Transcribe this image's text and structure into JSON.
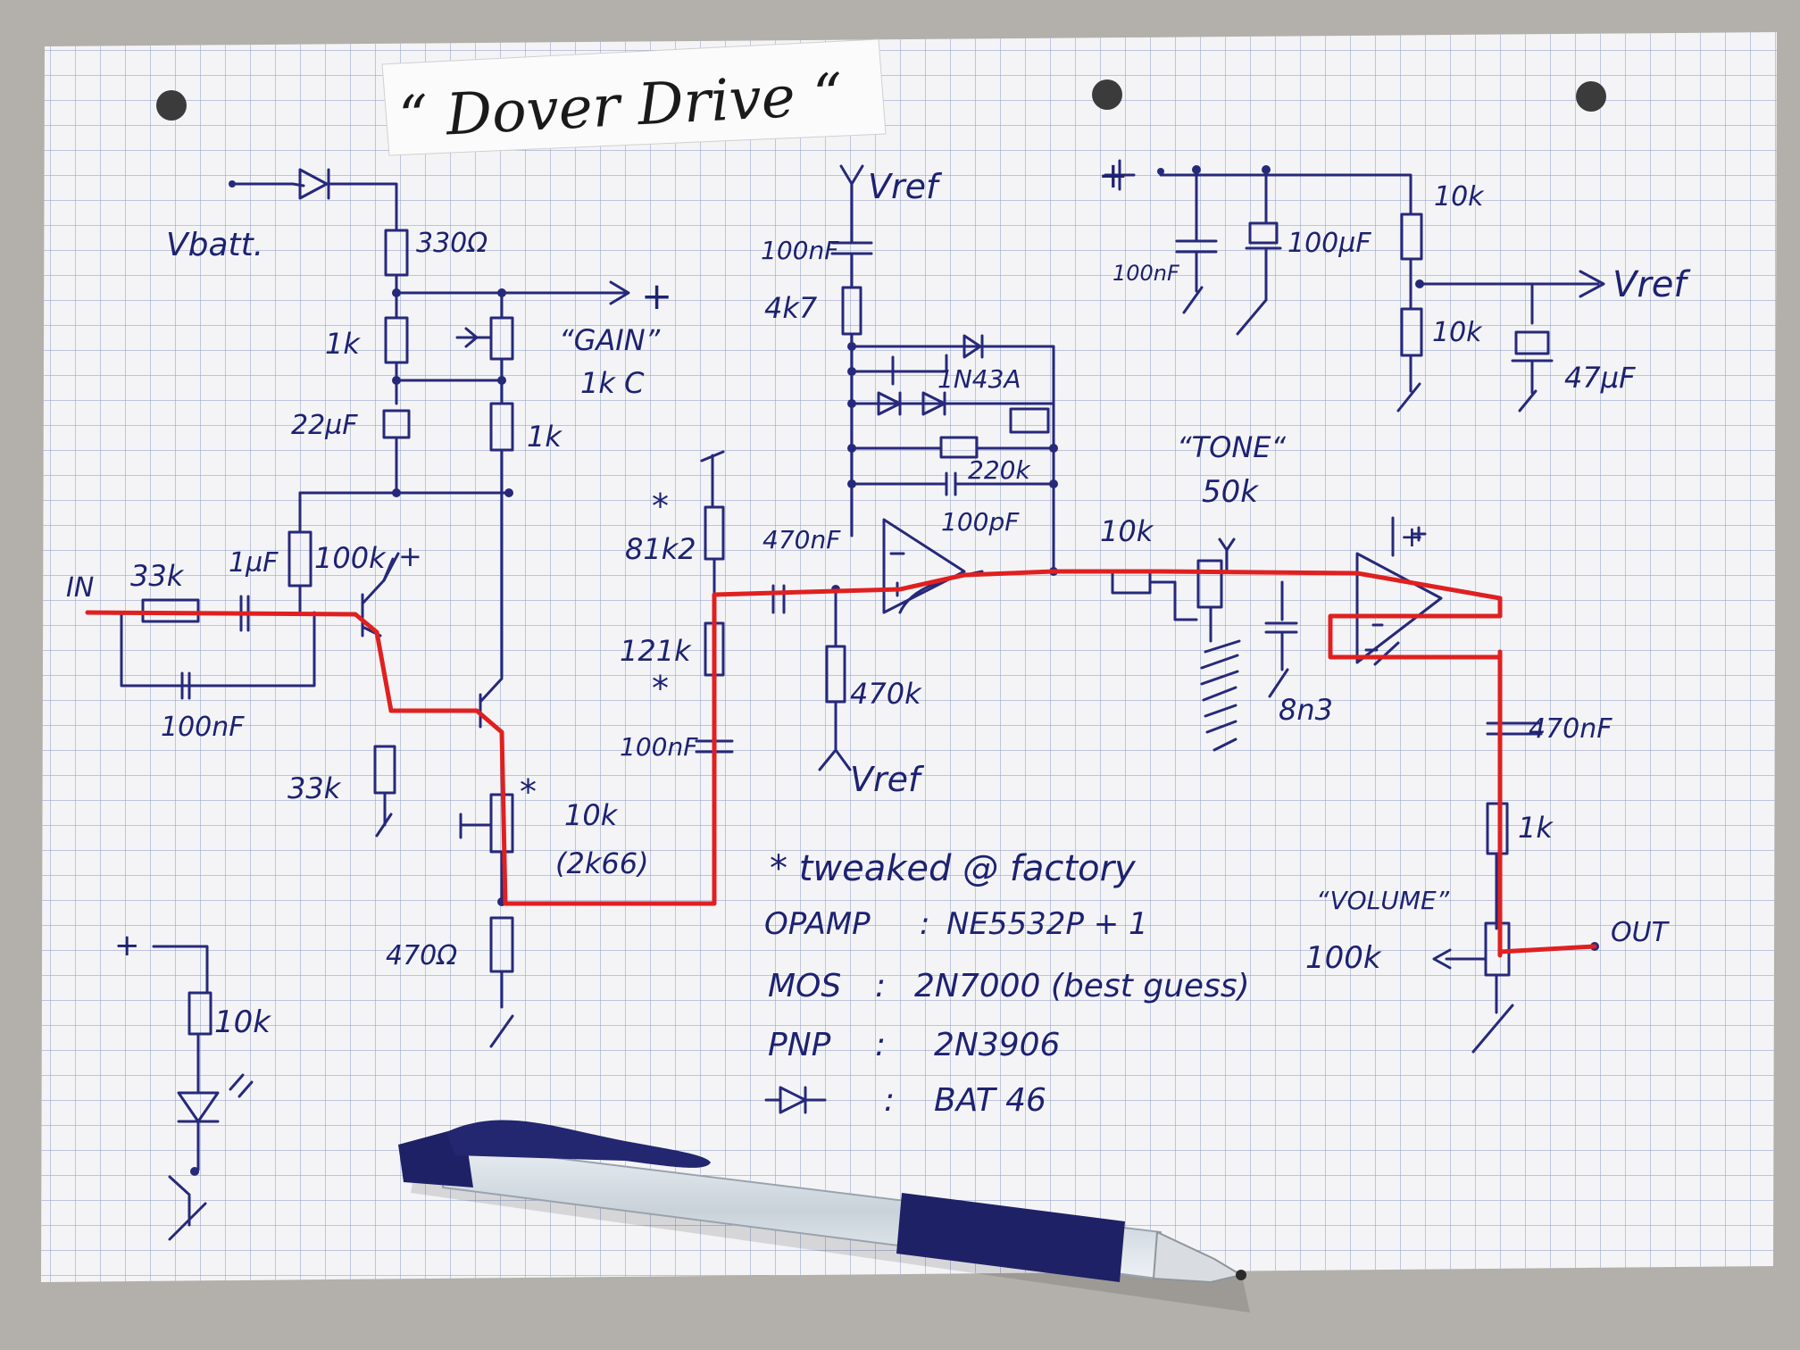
{
  "title": "“ Dover Drive “",
  "labels": {
    "vbatt": "Vbatt.",
    "r330": "330Ω",
    "plus_top": "+",
    "r1k_a": "1k",
    "gain_name": "“GAIN”",
    "gain_value": "1k C",
    "c22uf": "22µF",
    "r1k_b": "1k",
    "in": "IN",
    "r33k": "33k",
    "c1uf": "1µF",
    "r100k": "100k",
    "plus_pnp": "+",
    "c100nf_in": "100nF",
    "r33k_b": "33k",
    "star_trim": "*",
    "trim10k": "10k",
    "trim2k66": "(2k66)",
    "r470": "470Ω",
    "plus_led": "+",
    "r10k_led": "10k",
    "star_81k2": "*",
    "r81k2": "81k2",
    "r121k": "121k",
    "star_121k": "*",
    "c100nf_mid": "100nF",
    "vref_top": "Vref",
    "c100nf_top": "100nF",
    "r4k7": "4k7",
    "d1n43a": "1N43A",
    "r220k": "220k",
    "c100pf": "100pF",
    "c470nf_in": "470nF",
    "r470k": "470k",
    "vref_bot": "Vref",
    "r10k_tone": "10k",
    "tone_name": "“TONE“",
    "tone_value": "50k",
    "c8n3": "8n3",
    "plus_ps": "+",
    "c100nf_ps": "100nF",
    "c100uf": "100µF",
    "r10k_ps1": "10k",
    "r10k_ps2": "10k",
    "vref_out": "Vref",
    "c47uf": "47µF",
    "plus_op2": "+",
    "c470nf_out": "470nF",
    "r1k_out": "1k",
    "volume_name": "“VOLUME”",
    "volume_value": "100k",
    "out": "OUT"
  },
  "notes": {
    "tweak": "* tweaked @ factory",
    "opamp_key": "OPAMP",
    "opamp_val": "NE5532P + 1",
    "mos_key": "MOS",
    "mos_val": "2N7000 (best guess)",
    "pnp_key": "PNP",
    "pnp_val": "2N3906",
    "diode_sep": ":",
    "diode_val": "BAT 46"
  },
  "colors": {
    "ink": "#1d2270",
    "signal": "#e02020",
    "grid": "#9aa6cf",
    "paper": "#f4f4f6",
    "pen_body": "#1f2166"
  }
}
